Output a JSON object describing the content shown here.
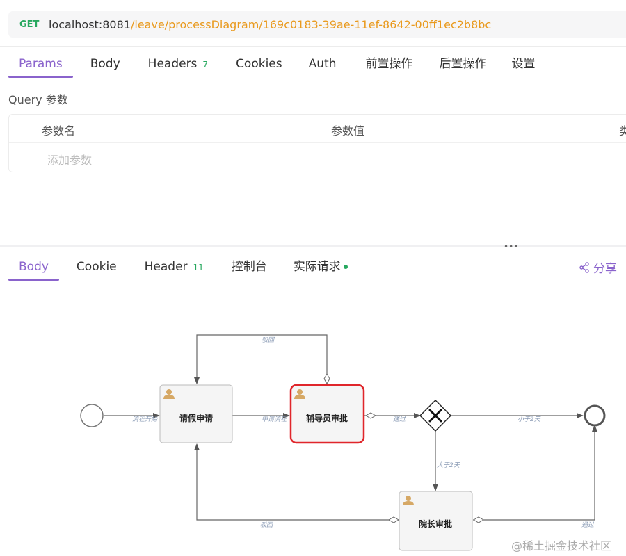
{
  "request": {
    "method": "GET",
    "url_host": "localhost:8081",
    "url_path": "/leave/processDiagram/169c0183-39ae-11ef-8642-00ff1ec2b8bc"
  },
  "request_tabs": [
    {
      "label": "Params",
      "active": true
    },
    {
      "label": "Body"
    },
    {
      "label": "Headers",
      "badge": "7"
    },
    {
      "label": "Cookies"
    },
    {
      "label": "Auth"
    },
    {
      "label": "前置操作"
    },
    {
      "label": "后置操作"
    },
    {
      "label": "设置"
    }
  ],
  "query": {
    "label": "Query 参数",
    "col_name": "参数名",
    "col_value": "参数值",
    "col_type": "类",
    "add_placeholder": "添加参数"
  },
  "response_tabs": [
    {
      "label": "Body",
      "active": true
    },
    {
      "label": "Cookie"
    },
    {
      "label": "Header",
      "badge": "11"
    },
    {
      "label": "控制台"
    },
    {
      "label": "实际请求",
      "dot": true
    }
  ],
  "share_label": "分享",
  "diagram": {
    "tasks": {
      "apply": "请假申请",
      "counselor": "辅导员审批",
      "dean": "院长审批"
    },
    "flows": {
      "start": "流程开始",
      "submit": "申请流程",
      "pass1": "通过",
      "lt2": "小于2天",
      "gt2": "大于2天",
      "reject_top": "驳回",
      "reject_bottom": "驳回",
      "pass2": "通过"
    }
  },
  "watermark": "@稀土掘金技术社区",
  "colors": {
    "accent": "#8a63cc",
    "get_method": "#27a85f",
    "url_path": "#e99a1e",
    "highlight": "#e0262b"
  }
}
